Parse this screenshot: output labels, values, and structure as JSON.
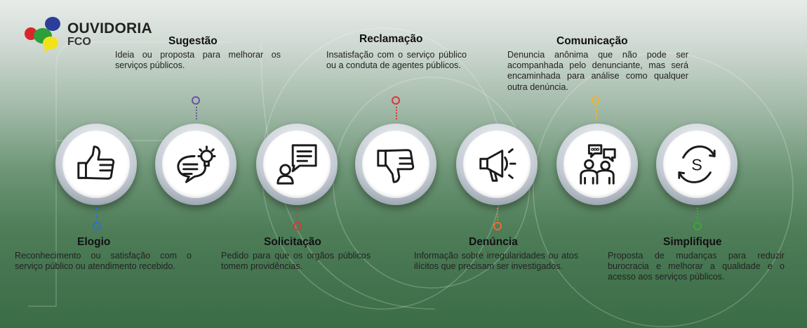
{
  "brand": {
    "title": "OUVIDORIA",
    "subtitle": "FCO"
  },
  "items": [
    {
      "title": "Elogio",
      "description": "Reconhecimento ou satisfação com o serviço público ou atendimento recebido.",
      "icon": "thumbs-up-icon",
      "marker_color": "#2f6fd0"
    },
    {
      "title": "Sugestão",
      "description": " Ideia ou proposta para melhorar os serviços públicos.",
      "icon": "idea-chat-icon",
      "marker_color": "#6a55a3"
    },
    {
      "title": "Solicitação",
      "description": "Pedido para que os orgãos públicos tomem providências.",
      "icon": "request-chat-icon",
      "marker_color": "#d23a3f"
    },
    {
      "title": "Reclamação",
      "description": "Insatisfação com o serviço público ou a conduta de agentes públicos.",
      "icon": "thumbs-down-icon",
      "marker_color": "#e0343c"
    },
    {
      "title": "Denúncia",
      "description": "Informação sobre irregularidades ou atos ilícitos que precisam ser investigados.",
      "icon": "megaphone-icon",
      "marker_color": "#ef6a2c"
    },
    {
      "title": "Comunicação",
      "description": "Denuncia anônima que não pode ser acompanhada pelo denunciante, mas será encaminhada para análise como qualquer outra denúncia.",
      "icon": "people-talking-icon",
      "marker_color": "#f0b42a"
    },
    {
      "title": "Simplifique",
      "description": "Proposta de mudanças para reduzir burocracia e melhorar a qualidade e o acesso aos serviços públicos.",
      "icon": "simplify-cycle-icon",
      "marker_color": "#3aa832"
    }
  ]
}
